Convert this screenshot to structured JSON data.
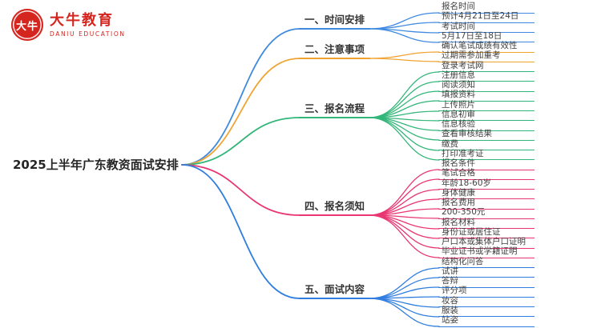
{
  "brand_color": "#d4251f",
  "logo": {
    "mark": "大牛",
    "title": "大牛教育",
    "subtitle": "DANIU EDUCATION"
  },
  "root": {
    "label": "2025上半年广东教资面试安排"
  },
  "branches": [
    {
      "label": "一、时间安排",
      "color": "#3f8ae0",
      "children": [
        "报名时间",
        "预计4月21日至24日",
        "考试时间",
        "5月17日至18日"
      ]
    },
    {
      "label": "二、注意事项",
      "color": "#f0a330",
      "children": [
        "确认笔试成绩有效性",
        "过期需参加重考"
      ]
    },
    {
      "label": "三、报名流程",
      "color": "#33b679",
      "children": [
        "登录考试网",
        "注册信息",
        "阅读须知",
        "填报资料",
        "上传照片",
        "信息初审",
        "信息核验",
        "查看审核结果",
        "缴费",
        "打印准考证"
      ]
    },
    {
      "label": "四、报名须知",
      "color": "#e93572",
      "children": [
        "报名条件",
        "笔试合格",
        "年龄18-60岁",
        "身体健康",
        "报名费用",
        "200-350元",
        "报名材料",
        "身份证或居住证",
        "户口本或集体户口证明",
        "毕业证书或学籍证明"
      ]
    },
    {
      "label": "五、面试内容",
      "color": "#2f7de0",
      "children": [
        "结构化问答",
        "试讲",
        "答辩",
        "评分项",
        "妆容",
        "服装",
        "站姿"
      ]
    }
  ]
}
